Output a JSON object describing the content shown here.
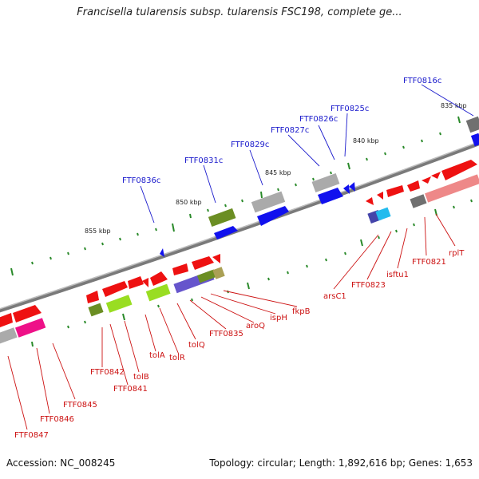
{
  "title": "Francisella tularensis subsp. tularensis FSC198, complete ge...",
  "footer": {
    "accession": "Accession: NC_008245",
    "topology": "Topology: circular; Length: 1,892,616 bp; Genes: 1,653"
  },
  "colors": {
    "backbone": "#8a8a8a",
    "tick": "#2a8a2a",
    "upper_label": "#1a1acc",
    "lower_label": "#cc1111",
    "gene_red": "#ee1111",
    "gene_blue": "#1111ee",
    "gene_grey": "#aaaaaa",
    "gene_olive": "#6b8e23",
    "gene_lime": "#99dd22",
    "gene_magenta": "#ee1188"
  },
  "scale_labels": [
    "835 kbp",
    "840 kbp",
    "845 kbp",
    "850 kbp",
    "855 kbp"
  ],
  "upper_labels": [
    "FTF0816c",
    "FTF0825c",
    "FTF0826c",
    "FTF0827c",
    "FTF0829c",
    "FTF0831c",
    "FTF0836c"
  ],
  "lower_labels": [
    "rplT",
    "FTF0821",
    "isftu1",
    "FTF0823",
    "arsC1",
    "fkpB",
    "ispH",
    "aroQ",
    "FTF0835",
    "tolQ",
    "tolR",
    "tolA",
    "tolB",
    "FTF0841",
    "FTF0842",
    "FTF0845",
    "FTF0846",
    "FTF0847"
  ]
}
